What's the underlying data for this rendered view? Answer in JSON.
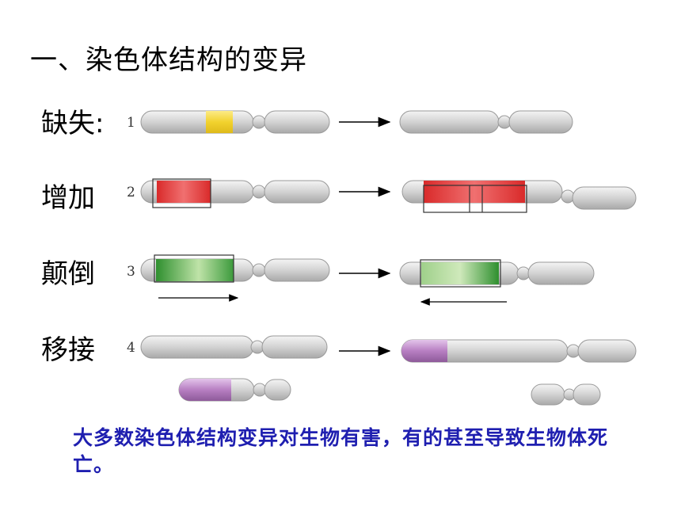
{
  "title": "一、染色体结构的变异",
  "rows": [
    {
      "label": "缺失:",
      "number": "1"
    },
    {
      "label": "增加",
      "number": "2"
    },
    {
      "label": "颠倒",
      "number": "3"
    },
    {
      "label": "移接",
      "number": "4"
    }
  ],
  "note": "大多数染色体结构变异对生物有害，有的甚至导致生物体死亡。",
  "colors": {
    "chromosome": "#d9d9d9",
    "deletion_segment": "#f2d22e",
    "duplication_segment": "#e03a3a",
    "inversion_segment": "#3a9a3a",
    "translocation_segment": "#b77fc2",
    "note_text": "#1f1fb0"
  }
}
